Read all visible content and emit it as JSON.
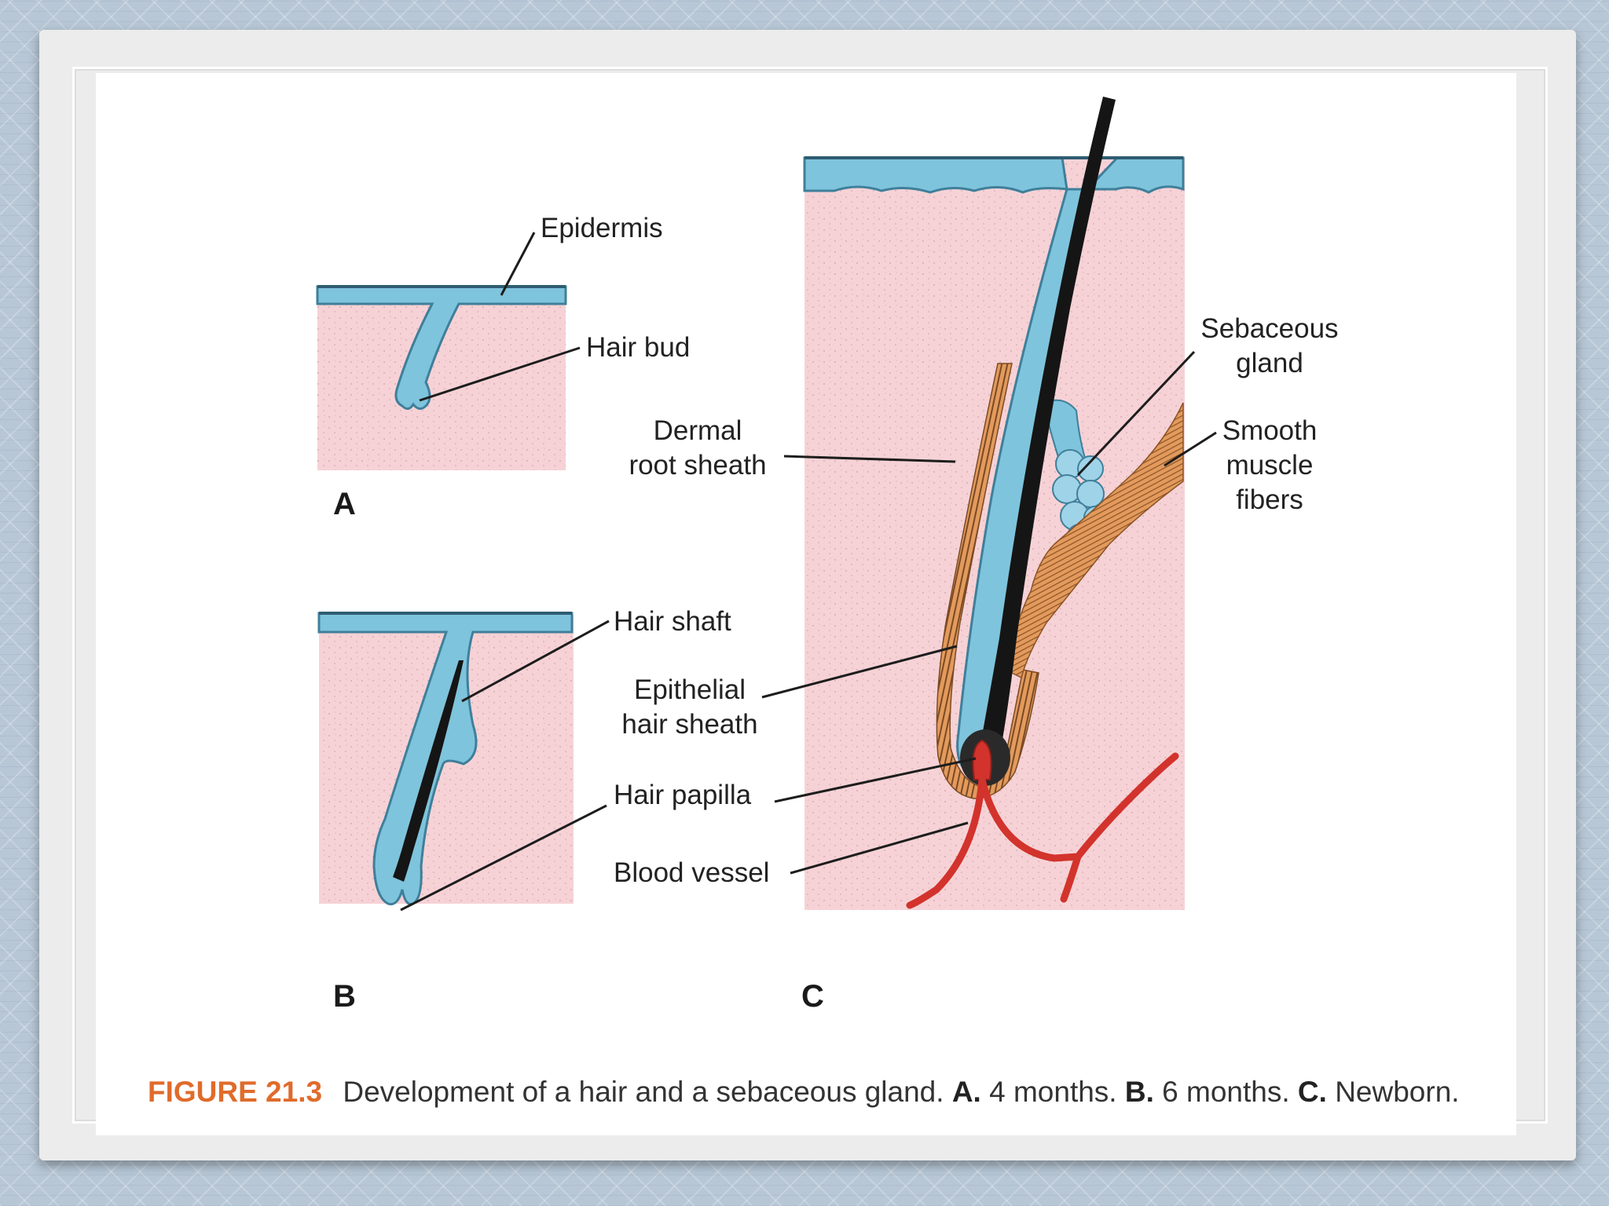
{
  "labels": {
    "epidermis": "Epidermis",
    "hair_bud": "Hair bud",
    "dermal_root_sheath": [
      "Dermal",
      "root sheath"
    ],
    "sebaceous_gland": [
      "Sebaceous",
      "gland"
    ],
    "smooth_muscle_fibers": [
      "Smooth",
      "muscle",
      "fibers"
    ],
    "hair_shaft": "Hair shaft",
    "epithelial_hair_sheath": [
      "Epithelial",
      "hair sheath"
    ],
    "hair_papilla": "Hair papilla",
    "blood_vessel": "Blood vessel"
  },
  "panels": {
    "a": "A",
    "b": "B",
    "c": "C"
  },
  "caption": {
    "figure_number": "FIGURE 21.3",
    "text": "Development of a hair and a sebaceous gland.",
    "a_label": "A.",
    "a_text": "4 months.",
    "b_label": "B.",
    "b_text": "6 months.",
    "c_label": "C.",
    "c_text": "Newborn."
  },
  "colors": {
    "dermis": "#f6d2d6",
    "epithelium": "#7ec4dc",
    "epithelium_edge": "#3f7f9a",
    "hair_shaft": "#151515",
    "muscle": "#e39a5c",
    "blood_vessel": "#d2332c",
    "figure_number": "#e06b2b"
  }
}
